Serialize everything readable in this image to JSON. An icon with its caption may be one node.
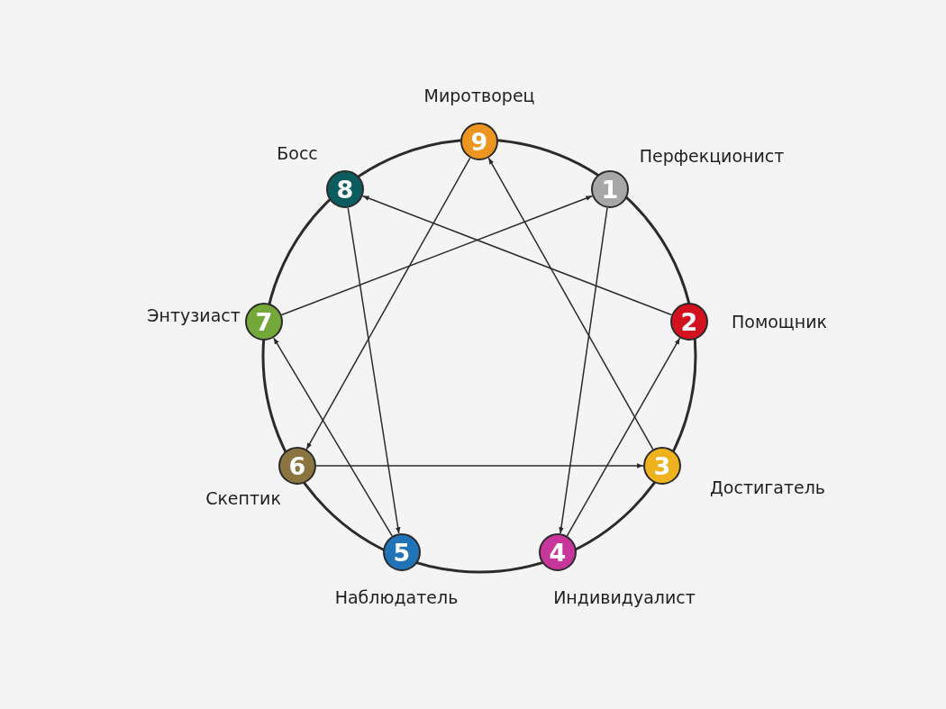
{
  "diagram": {
    "nodes": [
      {
        "text": [
          "1"
        ],
        "beside": [
          "Перфекционист"
        ]
      },
      {
        "text": [
          "2"
        ],
        "beside": [
          "Помощник"
        ]
      },
      {
        "text": [
          "3"
        ],
        "beside": [
          "Достигатель"
        ]
      },
      {
        "text": [
          "4"
        ],
        "beside": [
          "Индивидуалист"
        ]
      },
      {
        "text": [
          "5"
        ],
        "beside": [
          "Наблюдатель"
        ]
      },
      {
        "text": [
          "6"
        ],
        "beside": [
          "Скептик"
        ]
      },
      {
        "text": [
          "7"
        ],
        "beside": [
          "Энтузиаст"
        ]
      },
      {
        "text": [
          "8"
        ],
        "beside": [
          "Босс"
        ]
      },
      {
        "text": [
          "9"
        ],
        "beside": [
          "Миротворец"
        ]
      }
    ],
    "edges": [
      {
        "from": 0,
        "to": 3,
        "arrow": "to"
      },
      {
        "from": 3,
        "to": 1,
        "arrow": "to"
      },
      {
        "from": 1,
        "to": 7,
        "arrow": "to"
      },
      {
        "from": 7,
        "to": 4,
        "arrow": "to"
      },
      {
        "from": 4,
        "to": 6,
        "arrow": "to"
      },
      {
        "from": 6,
        "to": 0,
        "arrow": "to"
      },
      {
        "from": 8,
        "to": 5,
        "arrow": "to"
      },
      {
        "from": 5,
        "to": 2,
        "arrow": "to"
      },
      {
        "from": 2,
        "to": 8,
        "arrow": "to"
      }
    ]
  }
}
